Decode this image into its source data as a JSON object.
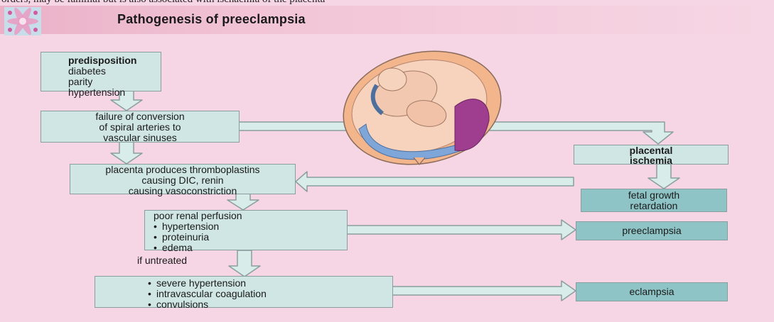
{
  "caption": "orders, may be familial but is also associated with ischaemia of the placenta",
  "header": {
    "title": "Pathogenesis of preeclampsia",
    "logo_icon": "pink-flower-emblem"
  },
  "boxes": {
    "predisposition": {
      "title": "predisposition",
      "items": [
        "diabetes",
        "parity",
        "hypertension"
      ]
    },
    "failure": {
      "lines": [
        "failure of conversion",
        "of spiral arteries to",
        "vascular sinuses"
      ]
    },
    "placental_ischemia": {
      "lines": [
        "placental",
        "ischemia"
      ]
    },
    "thromboplastins": {
      "lines": [
        "placenta produces thromboplastins",
        "causing DIC, renin",
        "causing vasoconstriction"
      ]
    },
    "fetal_growth": {
      "lines": [
        "fetal growth",
        "retardation"
      ]
    },
    "renal": {
      "title": "poor renal perfusion",
      "items": [
        "hypertension",
        "proteinuria",
        "edema"
      ]
    },
    "preeclampsia": {
      "label": "preeclampsia"
    },
    "if_untreated": {
      "label": "if untreated"
    },
    "severe": {
      "items": [
        "severe hypertension",
        "intravascular coagulation",
        "convulsions"
      ]
    },
    "eclampsia": {
      "label": "eclampsia"
    }
  },
  "colors": {
    "background": "#f6d6e4",
    "box_fill": "#cfe6e4",
    "box_dark_fill": "#8fc4c6",
    "box_border": "#8a9ea0",
    "arrow_fill": "#d8ecea"
  }
}
